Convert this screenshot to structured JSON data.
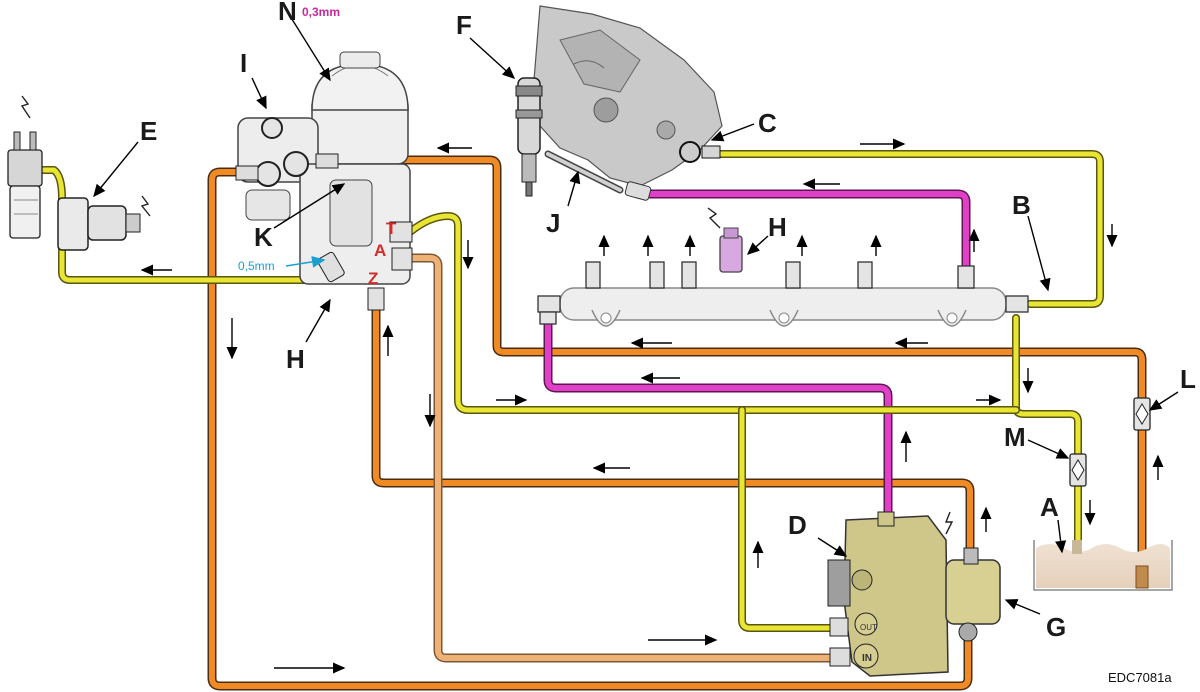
{
  "labels": {
    "A": "A",
    "B": "B",
    "C": "C",
    "D": "D",
    "E": "E",
    "F": "F",
    "G": "G",
    "H_left": "H",
    "H_rail": "H",
    "I": "I",
    "J": "J",
    "K": "K",
    "L": "L",
    "M": "M",
    "N": "N"
  },
  "ports": {
    "T": "T",
    "A": "A",
    "Z": "Z"
  },
  "annotations": {
    "filter_orifice": "0,3mm",
    "return_orifice": "0,5mm"
  },
  "pump_ports": {
    "out": "OUT",
    "in": "IN"
  },
  "diagram_code": "EDC7081a",
  "colors": {
    "high_pressure": "#e040c8",
    "low_pressure_feed": "#ef8a25",
    "suction": "#eeb277",
    "return": "#e8e632",
    "cyan_callout": "#1a9fd0",
    "magenta_callout": "#c8289e",
    "port_red": "#d42a2a"
  },
  "icons": {
    "lightning": "lightning-icon",
    "arrow": "flow-arrow"
  }
}
